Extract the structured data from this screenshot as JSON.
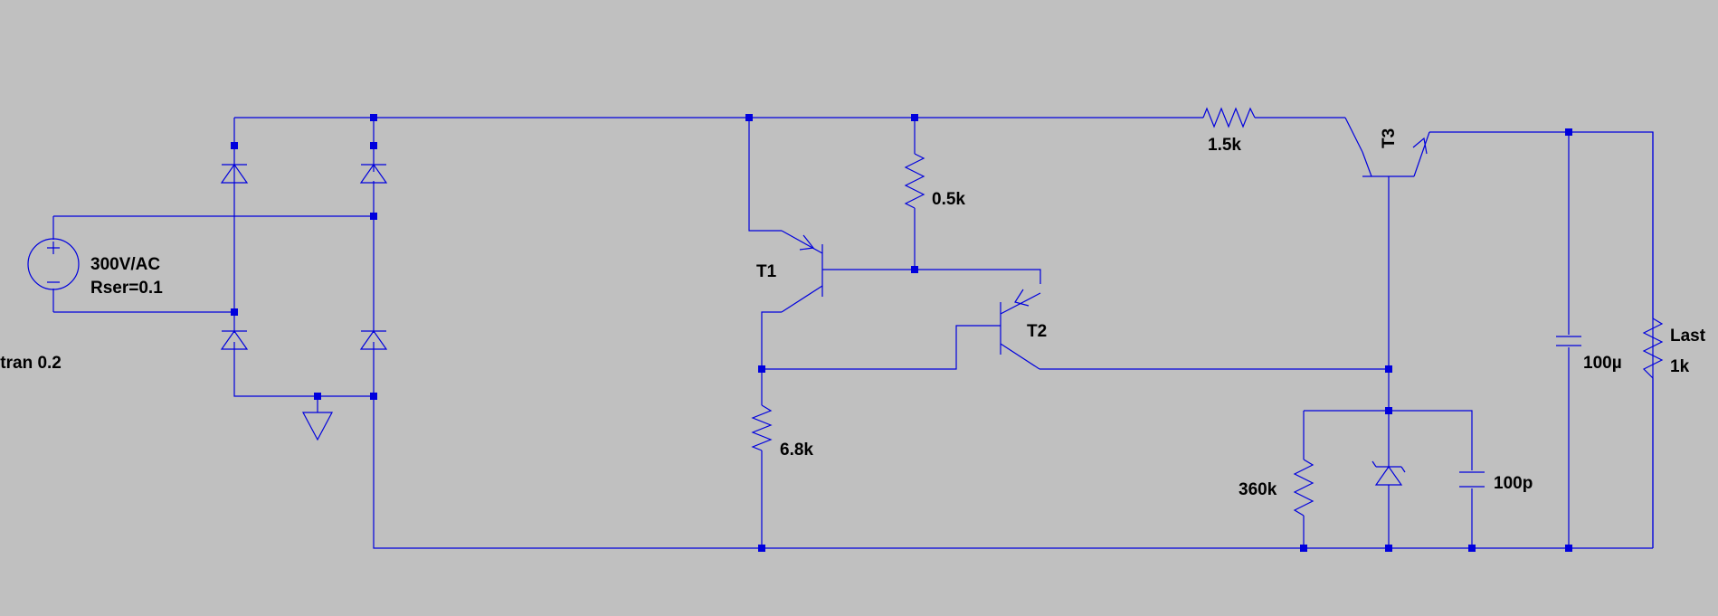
{
  "colors": {
    "background": "#c0c0c0",
    "wire": "#0000dd",
    "text": "#000000"
  },
  "directive": ".tran 0.2",
  "source": {
    "value": "300V/AC",
    "param": "Rser=0.1"
  },
  "components": {
    "R1": "1.5k",
    "R2": "0.5k",
    "R3": "6.8k",
    "R4": "360k",
    "C1": "100p",
    "C2": "100µ",
    "load_name": "Last",
    "load_value": "1k"
  },
  "transistors": {
    "T1": "T1",
    "T2": "T2",
    "T3": "T3"
  }
}
